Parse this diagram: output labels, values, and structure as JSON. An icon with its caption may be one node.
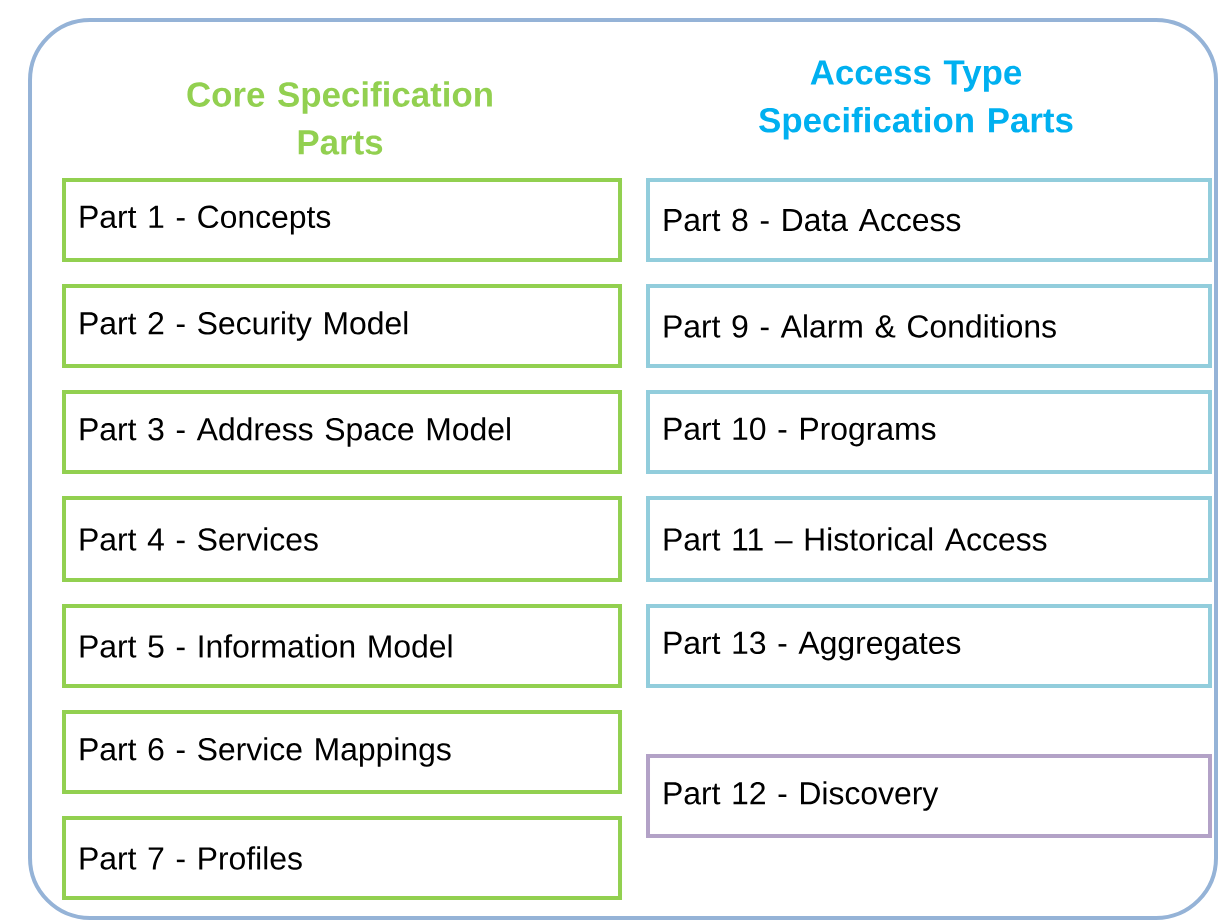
{
  "diagram": {
    "nodes": [
      {
        "text": [
          "Part 1 - Concepts"
        ]
      },
      {
        "text": [
          "Part 2 - Security Model"
        ]
      },
      {
        "text": [
          "Part 3 - Address Space Model"
        ]
      },
      {
        "text": [
          "Part 4 - Services"
        ]
      },
      {
        "text": [
          "Part 5 - Information Model"
        ]
      },
      {
        "text": [
          "Part 6 - Service Mappings"
        ]
      },
      {
        "text": [
          "Part 7 - Profiles"
        ]
      },
      {
        "text": [
          "Part 8 - Data Access"
        ]
      },
      {
        "text": [
          "Part 9 - Alarm & Conditions"
        ]
      },
      {
        "text": [
          "Part 10 - Programs"
        ]
      },
      {
        "text": [
          "Part 11 – Historical Access"
        ]
      },
      {
        "text": [
          "Part 13 - Aggregates"
        ]
      },
      {
        "text": [
          "Part 12 - Discovery"
        ]
      }
    ],
    "labels": [
      "Core Specification Parts",
      "Access Type Specification Parts"
    ]
  }
}
